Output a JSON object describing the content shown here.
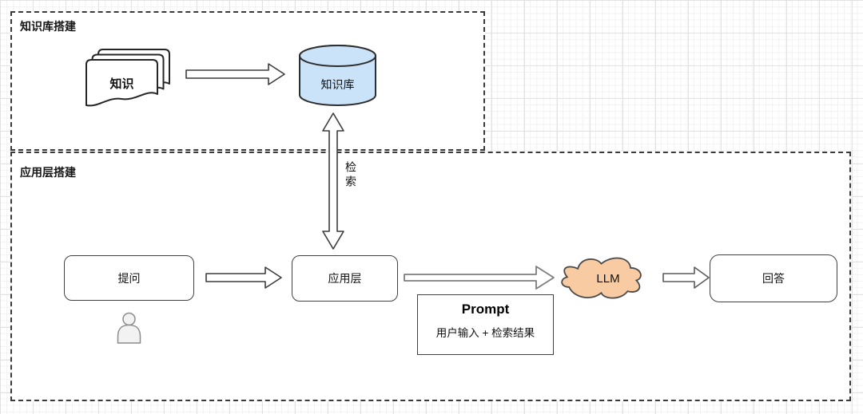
{
  "sections": {
    "knowledge": {
      "title": "知识库搭建"
    },
    "application": {
      "title": "应用层搭建"
    }
  },
  "nodes": {
    "knowledge_docs": {
      "label": "知识"
    },
    "knowledge_base": {
      "label": "知识库"
    },
    "question": {
      "label": "提问"
    },
    "app_layer": {
      "label": "应用层"
    },
    "prompt": {
      "title": "Prompt",
      "body": "用户输入 + 检索结果"
    },
    "llm": {
      "label": "LLM"
    },
    "answer": {
      "label": "回答"
    }
  },
  "edges": {
    "retrieval": {
      "label": "检索"
    }
  },
  "colors": {
    "database_fill": "#CBE3F8",
    "cloud_fill": "#F8CBA2",
    "person_fill": "#F2F2F2",
    "arrow_stroke": "#3c3c3c",
    "border": "#3A3A3A"
  }
}
